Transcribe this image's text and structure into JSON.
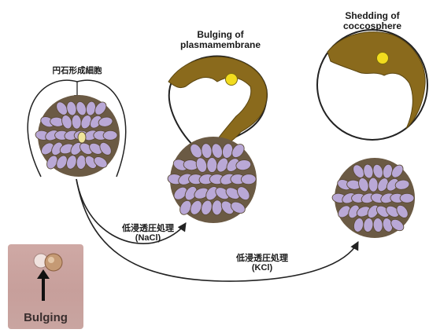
{
  "labels": {
    "intact_cell": "円石形成細胞",
    "bulging_title_1": "Bulging of",
    "bulging_title_2": "plasmamembrane",
    "shedding_title_1": "Shedding of",
    "shedding_title_2": "coccosphere",
    "treatment_nacl_1": "低浸透圧処理",
    "treatment_nacl_2": "(NaCl)",
    "treatment_kcl_1": "低浸透圧処理",
    "treatment_kcl_2": "(KCl)"
  },
  "photo": {
    "label": "Bulging"
  },
  "colors": {
    "coccolith_fill": "#b9a8d6",
    "coccolith_stroke": "#5a4a36",
    "cytoplasm": "#8a6a1c",
    "nucleus": "#f2dc1e",
    "arrow": "#222222"
  }
}
